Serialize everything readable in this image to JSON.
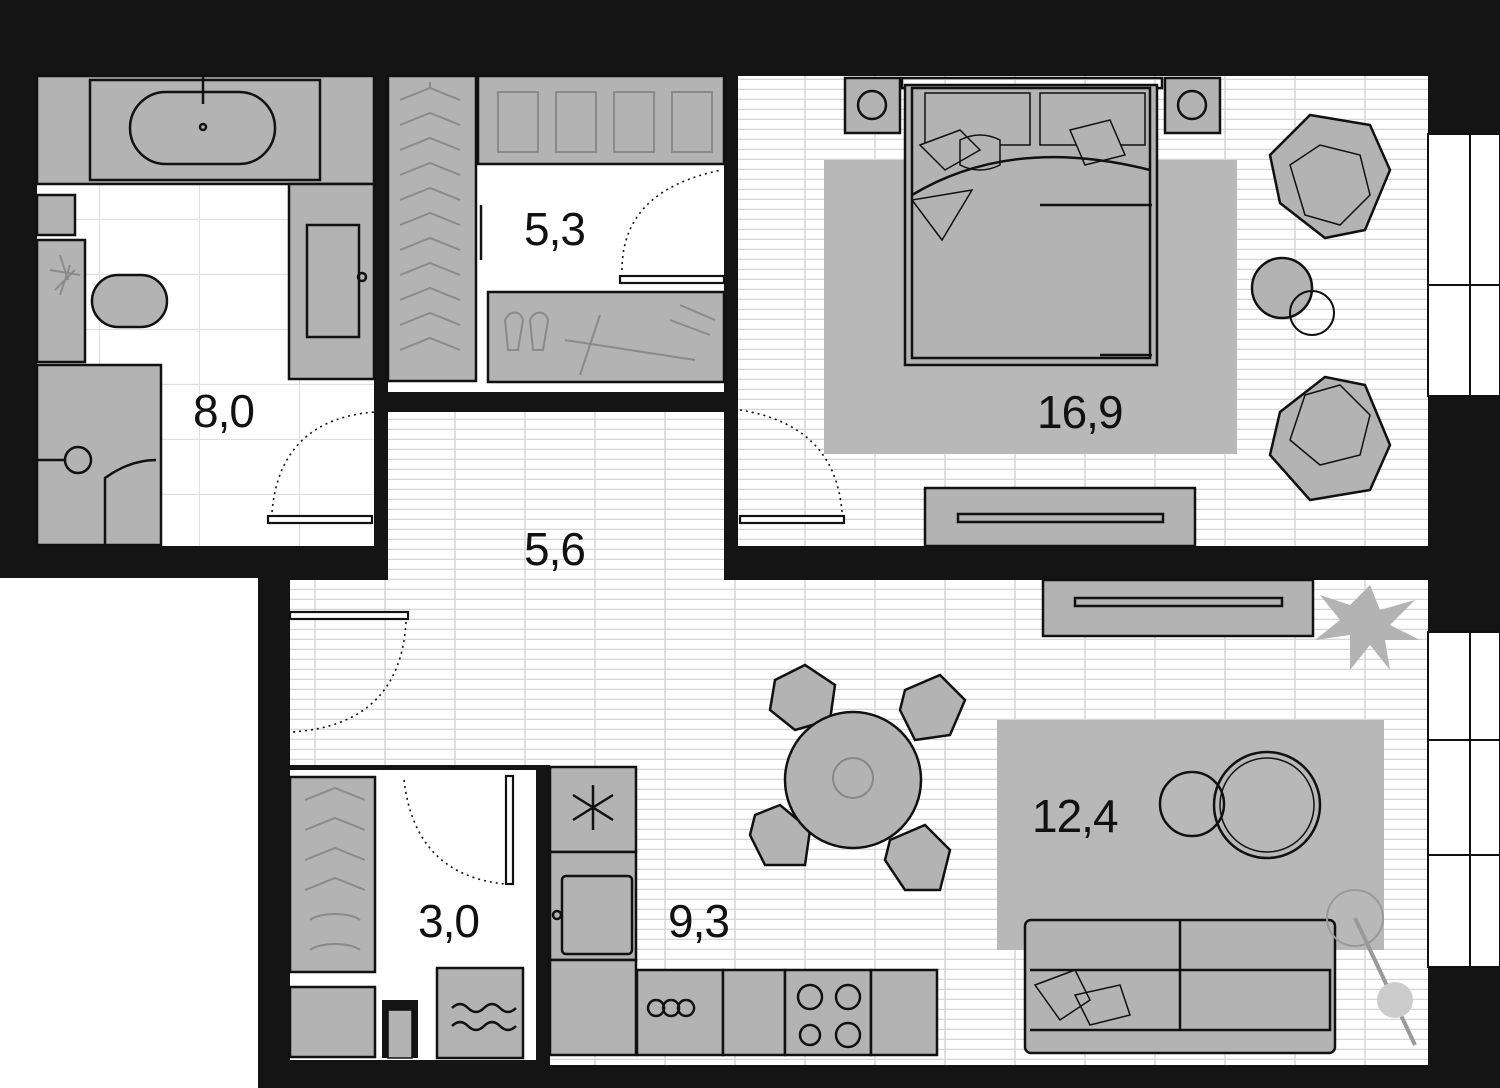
{
  "rooms": {
    "bathroom": {
      "area": "8,0"
    },
    "wardrobe": {
      "area": "5,3"
    },
    "bedroom": {
      "area": "16,9"
    },
    "hallway": {
      "area": "5,6"
    },
    "storage": {
      "area": "3,0"
    },
    "kitchen": {
      "area": "9,3"
    },
    "living": {
      "area": "12,4"
    }
  },
  "colors": {
    "wall": "#141414",
    "furniture": "#b3b3b3",
    "floor_lines": "#d9d9d9",
    "background": "#ffffff"
  }
}
